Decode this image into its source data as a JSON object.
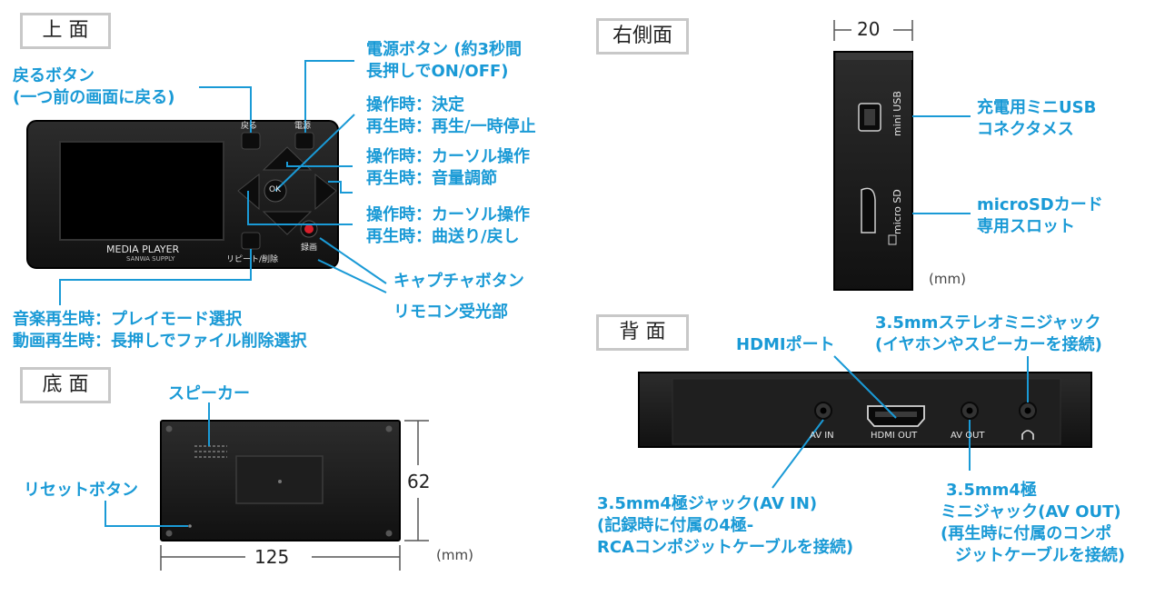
{
  "sections": {
    "top": "上 面",
    "right": "右側面",
    "bottom": "底 面",
    "back": "背 面"
  },
  "top_view": {
    "device_brand": "MEDIA PLAYER",
    "device_sub": "SANWA SUPPLY",
    "btn_back": "戻る",
    "btn_power": "電源",
    "btn_ok": "OK",
    "btn_repeat": "リピート/削除",
    "btn_record": "録画",
    "callouts": {
      "back_line1": "戻るボタン",
      "back_line2": "(一つ前の画面に戻る)",
      "power_line1": "電源ボタン (約3秒間",
      "power_line2": "長押しでON/OFF)",
      "ok_line1": "操作時：決定",
      "ok_line2": "再生時：再生/一時停止",
      "updown_line1": "操作時：カーソル操作",
      "updown_line2": "再生時：音量調節",
      "leftright_line1": "操作時：カーソル操作",
      "leftright_line2": "再生時：曲送り/戻し",
      "capture": "キャプチャボタン",
      "remote": "リモコン受光部",
      "repeat_line1": "音楽再生時：プレイモード選択",
      "repeat_line2": "動画再生時：長押しでファイル削除選択"
    }
  },
  "right_view": {
    "width_dim": "20",
    "unit": "(mm)",
    "usb_label": "mini USB",
    "sd_label": "micro SD",
    "usb_callout_line1": "充電用ミニUSB",
    "usb_callout_line2": "コネクタメス",
    "sd_callout_line1": "microSDカード",
    "sd_callout_line2": "専用スロット"
  },
  "bottom_view": {
    "speaker": "スピーカー",
    "reset": "リセットボタン",
    "width_dim": "125",
    "height_dim": "62",
    "unit": "(mm)"
  },
  "back_view": {
    "port_av_in": "AV IN",
    "port_hdmi": "HDMI OUT",
    "port_av_out": "AV OUT",
    "hdmi_callout": "HDMIポート",
    "stereo_line1": "3.5mmステレオミニジャック",
    "stereo_line2": "(イヤホンやスピーカーを接続)",
    "avin_line1": "3.5mm4極ジャック(AV IN)",
    "avin_line2": "(記録時に付属の4極-",
    "avin_line3": "RCAコンポジットケーブルを接続)",
    "avout_line1": "3.5mm4極",
    "avout_line2": "ミニジャック(AV OUT)",
    "avout_line3": "(再生時に付属のコンポ",
    "avout_line4": "ジットケーブルを接続)"
  },
  "colors": {
    "callout": "#1a9ad6",
    "device": "#1c1c1c",
    "label_border": "#c8c8c8",
    "record": "#d81e2a"
  }
}
